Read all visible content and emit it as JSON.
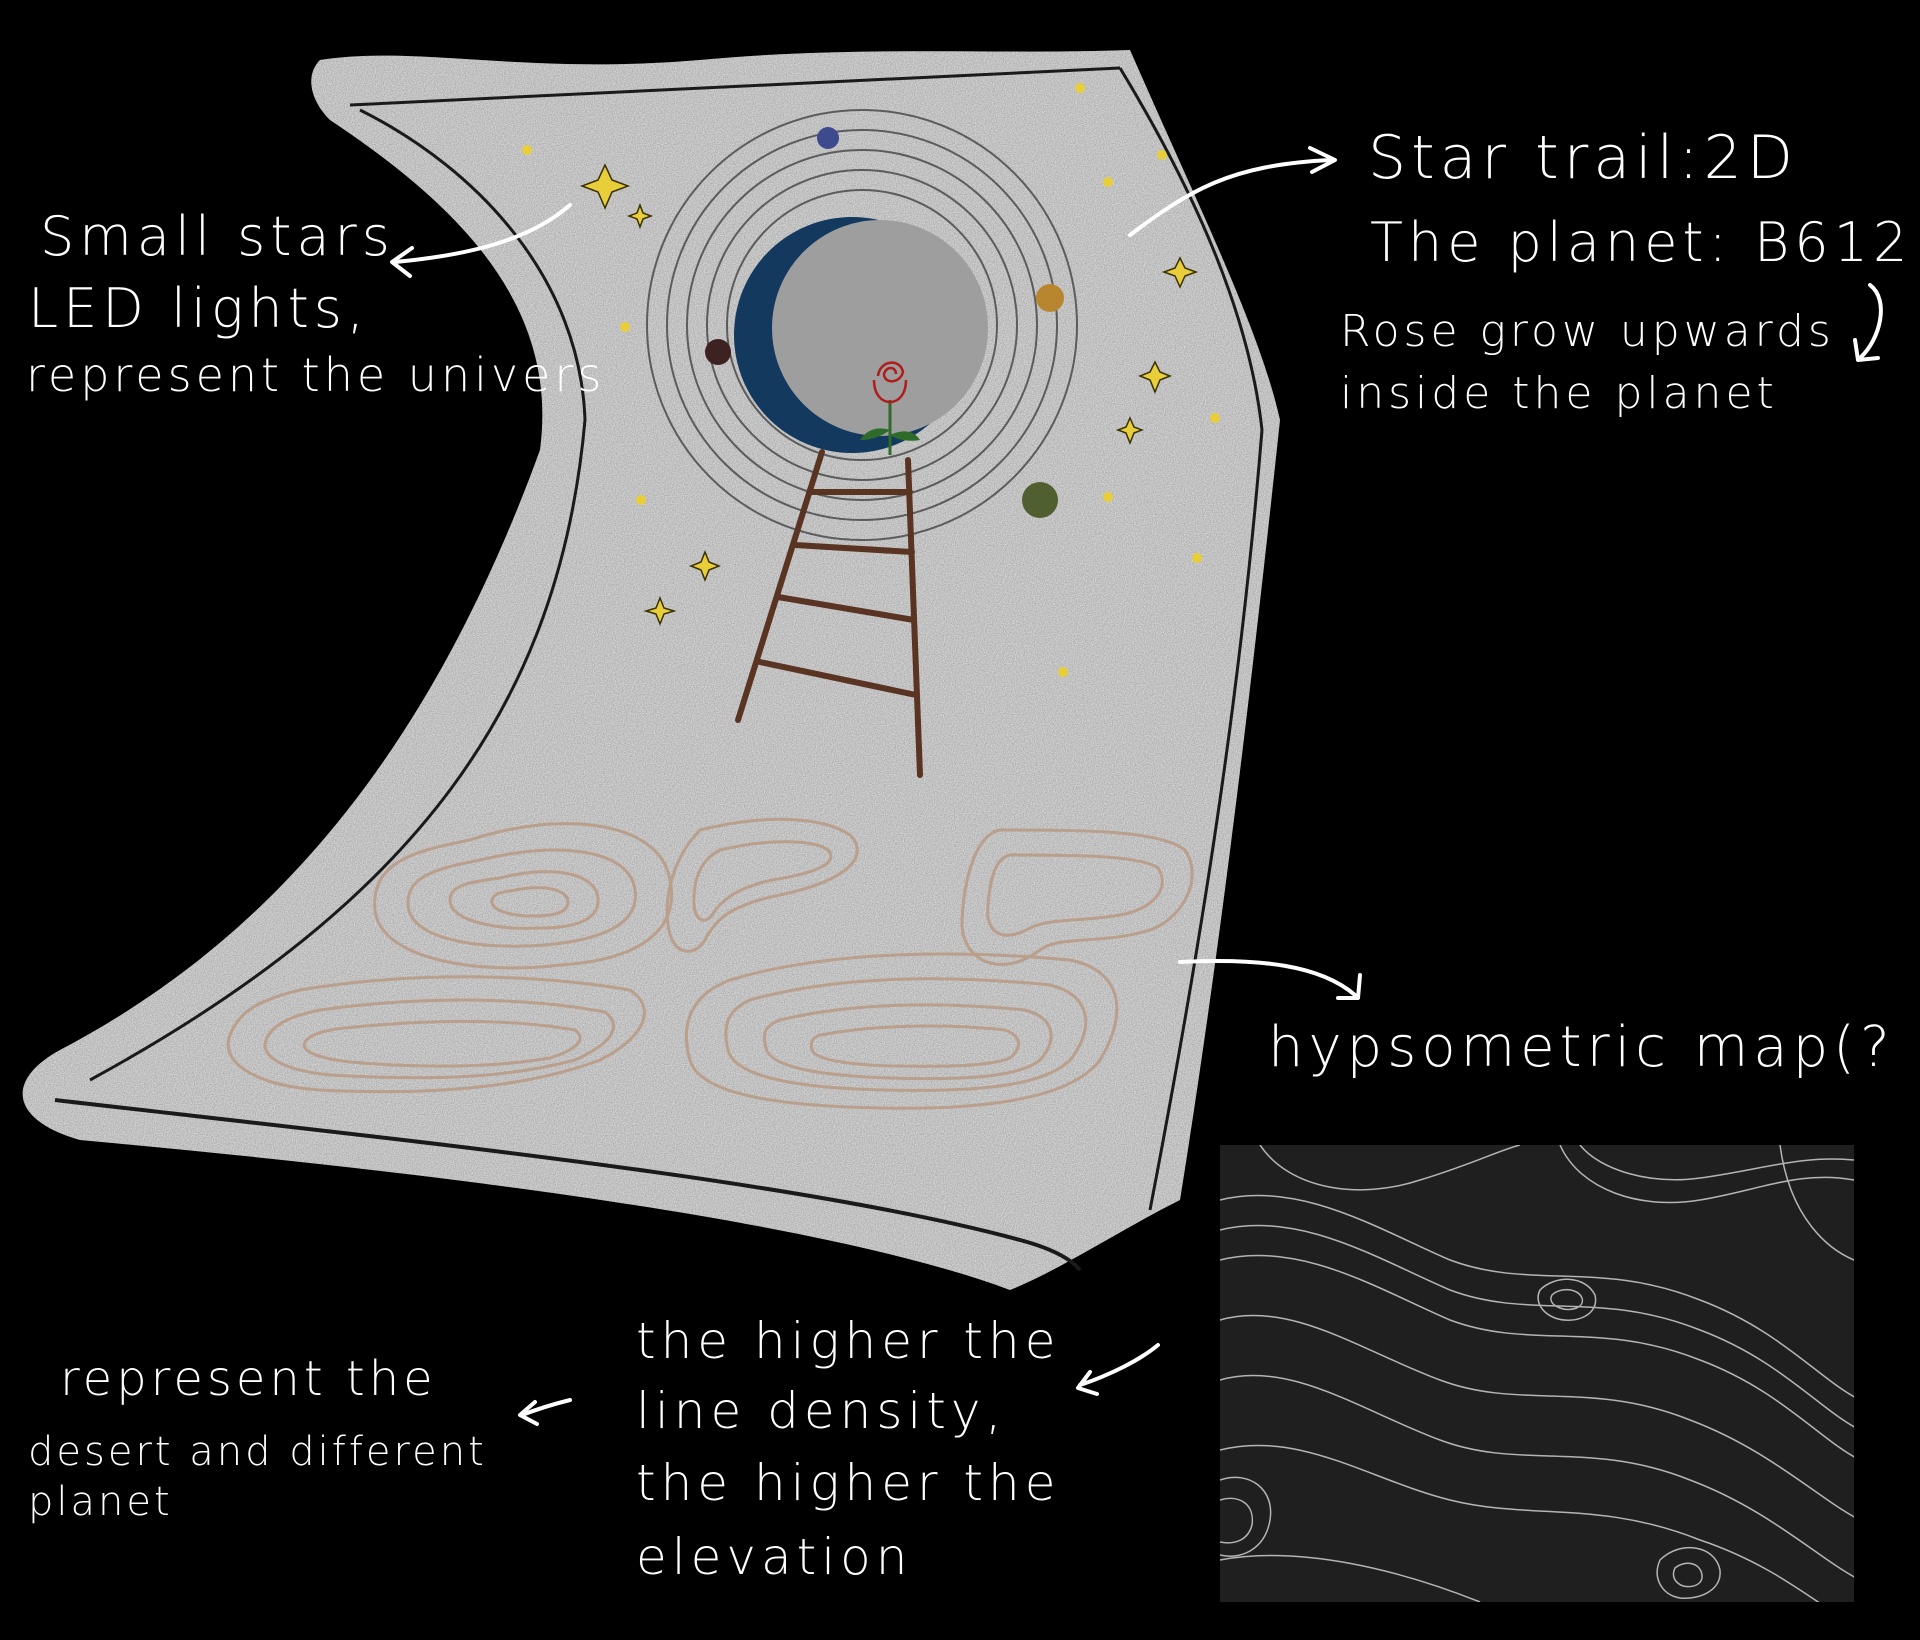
{
  "annotations": {
    "small_stars": {
      "line1": "Small stars",
      "line2": "LED lights,",
      "line3": "represent the univers"
    },
    "star_trail": {
      "line1": "Star trail:2D",
      "line2": "The planet: B612"
    },
    "rose": {
      "line1": "Rose grow upwards",
      "line2": "inside the planet"
    },
    "hypsometric": "hypsometric map(?",
    "density": {
      "line1": "the higher the",
      "line2": "line density,",
      "line3": "the higher the",
      "line4": "elevation"
    },
    "desert": {
      "line1": "represent the",
      "line2": "desert and different",
      "line3": "planet"
    }
  },
  "colors": {
    "background": "#000000",
    "panel": "#d7d7d7",
    "panel_outline": "#1a1a1a",
    "moon_outer": "#133a5e",
    "moon_inner": "#9e9e9e",
    "orbit": "#5c5c5c",
    "ladder": "#5a3422",
    "rose": "#b01b1b",
    "stem": "#2e6b2a",
    "contour": "#b99f8c",
    "star": "#e8cf3a",
    "planet_blue": "#3d4a8e",
    "planet_gold": "#b8862e",
    "planet_dark": "#3e2222",
    "planet_green": "#4f5f30",
    "topo_bg": "#1f1f1f",
    "topo_line": "#cfcfcf"
  },
  "icons": [
    "star-sparkle-icon",
    "rose-icon",
    "ladder-icon",
    "arrow-icon"
  ]
}
